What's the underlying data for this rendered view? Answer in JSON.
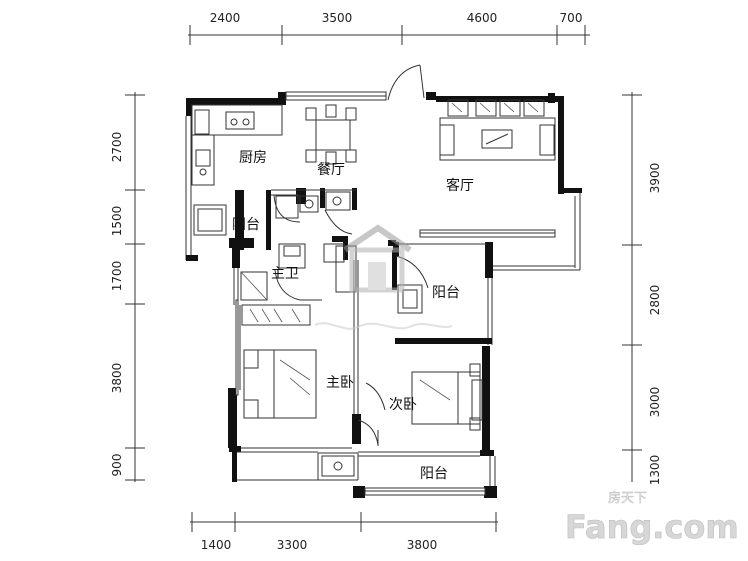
{
  "plan": {
    "dimensions_top": [
      "2400",
      "3500",
      "4600",
      "700"
    ],
    "dimensions_bottom": [
      "1400",
      "3300",
      "3800"
    ],
    "dimensions_left": [
      "2700",
      "1500",
      "1700",
      "3800",
      "900"
    ],
    "dimensions_right": [
      "3900",
      "2800",
      "3000",
      "1300"
    ],
    "rooms": {
      "kitchen": "厨房",
      "dining": "餐厅",
      "living": "客厅",
      "balcony_kitchen": "阳台",
      "master_bath": "主卫",
      "balcony_east": "阳台",
      "master_bedroom": "主卧",
      "second_bedroom": "次卧",
      "balcony_south": "阳台"
    }
  },
  "watermark": {
    "brand": "Fang.com",
    "brand_cn": "房天下"
  }
}
